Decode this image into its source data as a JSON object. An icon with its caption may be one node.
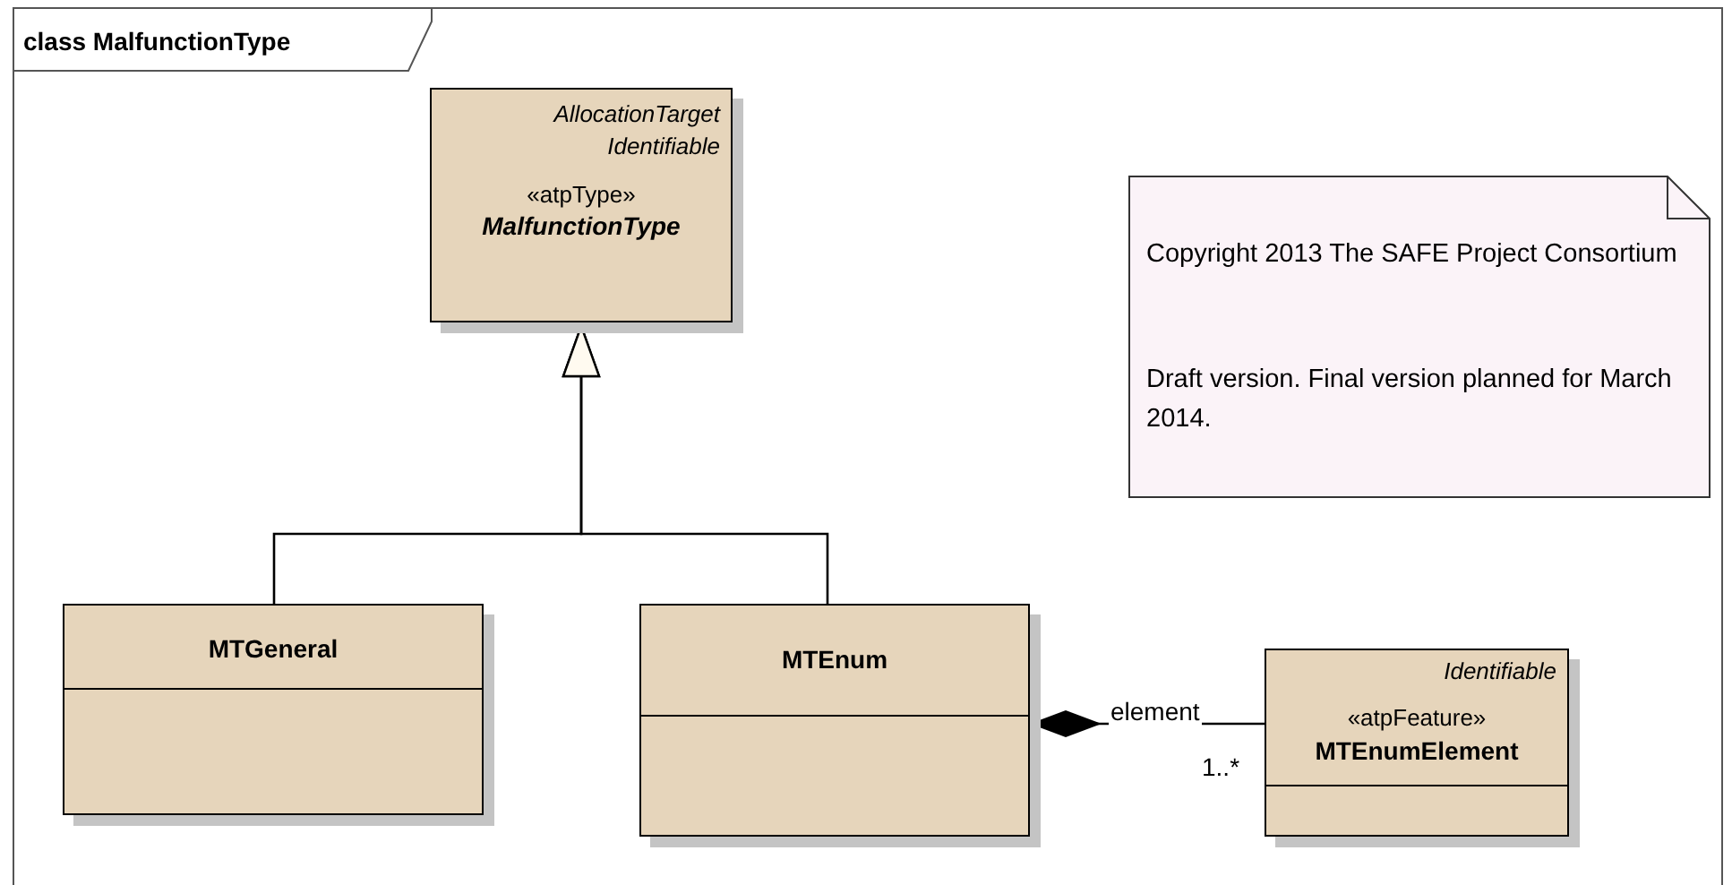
{
  "diagram": {
    "title": "class MalfunctionType",
    "nodes": [
      {
        "text": [
          "AllocationTarget",
          "Identifiable",
          "«atpType»",
          "MalfunctionType"
        ]
      },
      {
        "text": [
          "MTGeneral"
        ]
      },
      {
        "text": [
          "MTEnum"
        ]
      },
      {
        "text": [
          "Identifiable",
          "«atpFeature»",
          "MTEnumElement"
        ]
      },
      {
        "text": [
          "Copyright 2013 The SAFE Project Consortium",
          "Draft version. Final version planned for March 2014."
        ]
      }
    ],
    "edges": [
      {
        "from": 1,
        "to": 0,
        "arrow": "to"
      },
      {
        "from": 2,
        "to": 0,
        "arrow": "to"
      },
      {
        "from": 2,
        "to": 3,
        "arrow": "other",
        "label": "element"
      }
    ],
    "labels": [
      "1..*"
    ]
  }
}
